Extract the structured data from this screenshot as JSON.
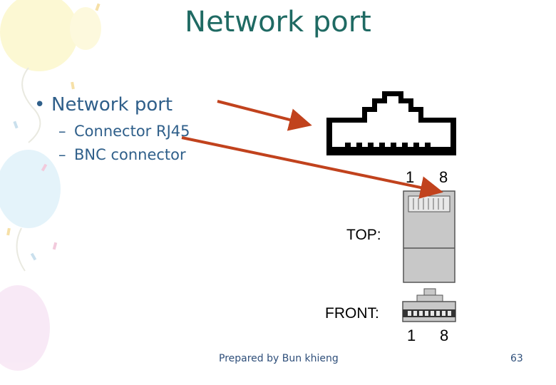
{
  "slide": {
    "title": "Network port",
    "bullet": "Network port",
    "sub_items": [
      "Connector RJ45",
      "BNC connector"
    ],
    "bullet_glyph": "•",
    "dash_glyph": "–"
  },
  "diagram": {
    "pin_top_left": "1",
    "pin_top_right": "8",
    "top_label": "TOP:",
    "front_label": "FRONT:",
    "pin_bottom_left": "1",
    "pin_bottom_right": "8",
    "arrow_color": "#c1421d"
  },
  "footer": {
    "text": "Prepared by Bun khieng",
    "slide_number": "63"
  },
  "colors": {
    "title": "#1f6a63",
    "body_text": "#2f5f8a",
    "connector_gray": "#c8c8c8"
  }
}
